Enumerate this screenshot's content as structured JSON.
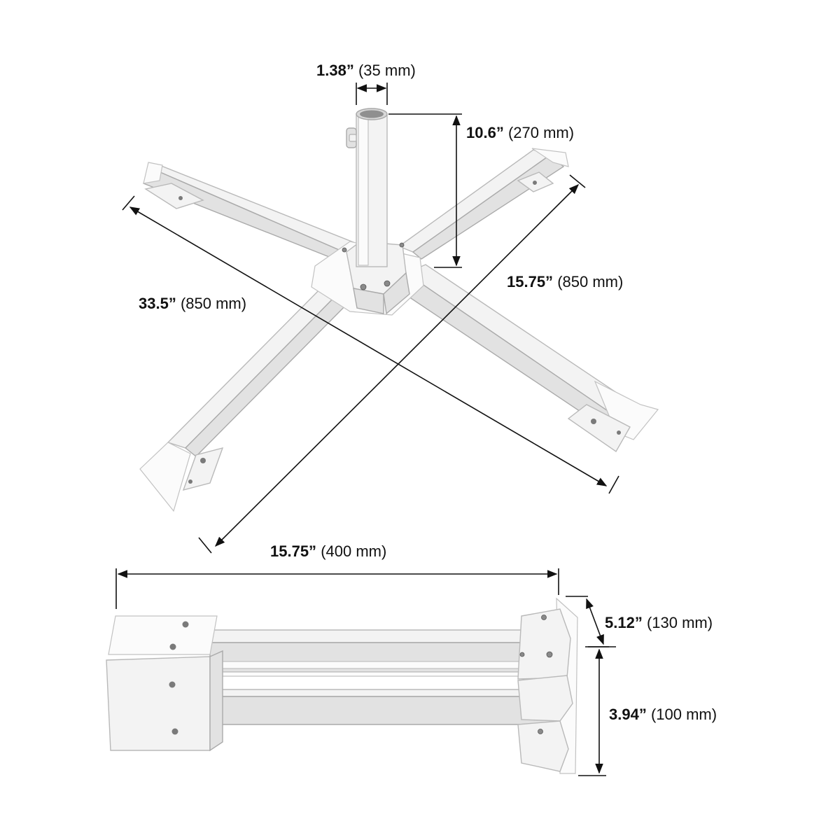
{
  "dimensions": {
    "tube_diameter": {
      "imperial": "1.38”",
      "metric": "(35 mm)"
    },
    "tube_height": {
      "imperial": "10.6”",
      "metric": "(270 mm)"
    },
    "diagonal_right": {
      "imperial": "15.75”",
      "metric": "(850 mm)"
    },
    "diagonal_left": {
      "imperial": "33.5”",
      "metric": "(850 mm)"
    },
    "folded_length": {
      "imperial": "15.75”",
      "metric": "(400 mm)"
    },
    "folded_depth": {
      "imperial": "5.12”",
      "metric": "(130 mm)"
    },
    "folded_height": {
      "imperial": "3.94”",
      "metric": "(100 mm)"
    }
  },
  "colors": {
    "background": "#ffffff",
    "metal": "#f3f3f3",
    "dimension_line": "#111111"
  }
}
